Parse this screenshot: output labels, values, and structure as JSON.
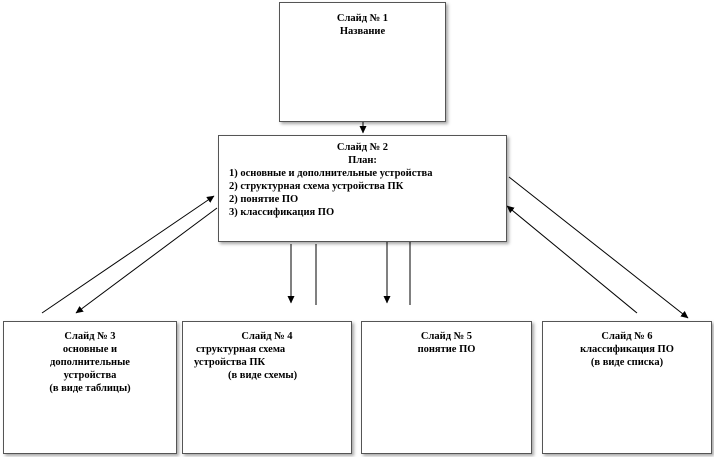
{
  "slides": {
    "s1": {
      "title": "Слайд  № 1",
      "lines": [
        "Название"
      ]
    },
    "s2": {
      "title": "Слайд  № 2",
      "subtitle": "План:",
      "items": [
        "1) основные и дополнительные  устройства",
        "2) структурная схема устройства ПК",
        "2) понятие ПО",
        "3) классификация ПО"
      ]
    },
    "s3": {
      "title": "Слайд  № 3",
      "lines": [
        "основные и",
        "дополнительные",
        "устройства",
        "(в виде таблицы)"
      ]
    },
    "s4": {
      "title": "Слайд  № 4",
      "lines": [
        "структурная схема",
        "устройства ПК",
        "(в виде схемы)"
      ]
    },
    "s5": {
      "title": "Слайд  № 5",
      "lines": [
        "понятие ПО"
      ]
    },
    "s6": {
      "title": "Слайд  № 6",
      "lines": [
        "классификация ПО",
        "(в виде списка)"
      ]
    }
  }
}
